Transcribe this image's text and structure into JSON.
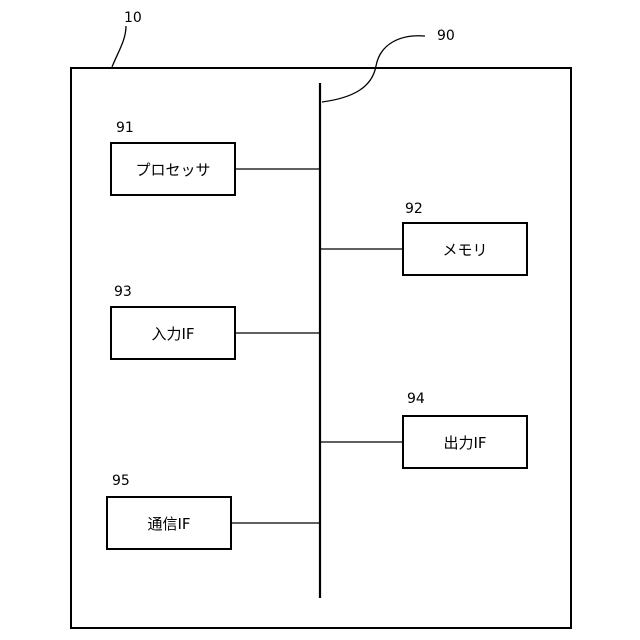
{
  "system": {
    "ref": "10"
  },
  "bus": {
    "ref": "90"
  },
  "blocks": {
    "processor": {
      "ref": "91",
      "label": "プロセッサ"
    },
    "memory": {
      "ref": "92",
      "label": "メモリ"
    },
    "input_if": {
      "ref": "93",
      "label": "入力IF"
    },
    "output_if": {
      "ref": "94",
      "label": "出力IF"
    },
    "comm_if": {
      "ref": "95",
      "label": "通信IF"
    }
  }
}
